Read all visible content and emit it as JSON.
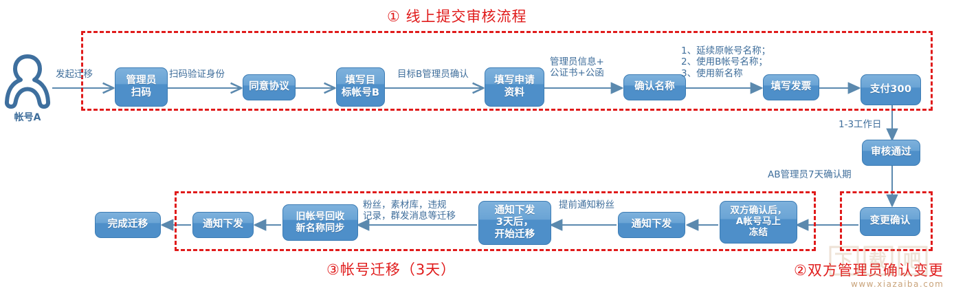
{
  "diagram": {
    "title_visible": false,
    "colors": {
      "node_fill_top": "#7EB1DC",
      "node_fill_bottom": "#4E8FC9",
      "node_border": "#3C7CB4",
      "node_text": "#FFFFFF",
      "caption_text": "#3F6E9B",
      "region_border": "#E01B1B",
      "region_title": "#E01B1B",
      "connector": "#5B89AE",
      "background": "#FFFFFF"
    }
  },
  "actor": {
    "icon": "person-icon",
    "label": "帐号A"
  },
  "regions": [
    {
      "id": "region-1",
      "title": "① 线上提交审核流程"
    },
    {
      "id": "region-2",
      "title": "②双方管理员确认变更"
    },
    {
      "id": "region-3",
      "title": "③帐号迁移（3天）"
    }
  ],
  "nodes": {
    "admin_scan": {
      "lines": [
        "管理员",
        "扫码"
      ]
    },
    "agree_terms": {
      "lines": [
        "同意协议"
      ]
    },
    "fill_target_b": {
      "lines": [
        "填写目",
        "标帐号B"
      ]
    },
    "fill_application": {
      "lines": [
        "填写申请",
        "资料"
      ]
    },
    "confirm_name": {
      "lines": [
        "确认名称"
      ]
    },
    "fill_invoice": {
      "lines": [
        "填写发票"
      ]
    },
    "pay_300": {
      "lines": [
        "支付300"
      ]
    },
    "review_passed": {
      "lines": [
        "审核通过"
      ]
    },
    "change_confirm": {
      "lines": [
        "变更确认"
      ]
    },
    "both_confirmed": {
      "lines": [
        "双方确认后，",
        "A帐号马上",
        "冻结"
      ]
    },
    "notify_push_1": {
      "lines": [
        "通知下发"
      ]
    },
    "notify_3days": {
      "lines": [
        "通知下发",
        "3天后，",
        "开始迁移"
      ]
    },
    "old_account": {
      "lines": [
        "旧帐号回收",
        "新名称同步"
      ]
    },
    "notify_push_2": {
      "lines": [
        "通知下发"
      ]
    },
    "migration_done": {
      "lines": [
        "完成迁移"
      ]
    }
  },
  "captions": {
    "initiate": "发起迁移",
    "scan_verify": "扫码验证身份",
    "target_b_confirm": "目标B管理员确认",
    "admin_info": "管理员信息+\n公证书+公函",
    "name_options": "1、延续原帐号名称；\n2、使用B帐号名称；\n3、使用新名称",
    "workdays": "1-3工作日",
    "ab_confirm_period": "AB管理员7天确认期",
    "notify_fans_ahead": "提前通知粉丝",
    "migrate_assets": "粉丝，素材库，违规\n记录，群发消息等迁移"
  },
  "watermark": {
    "url": "www.xiazaiba.com"
  }
}
